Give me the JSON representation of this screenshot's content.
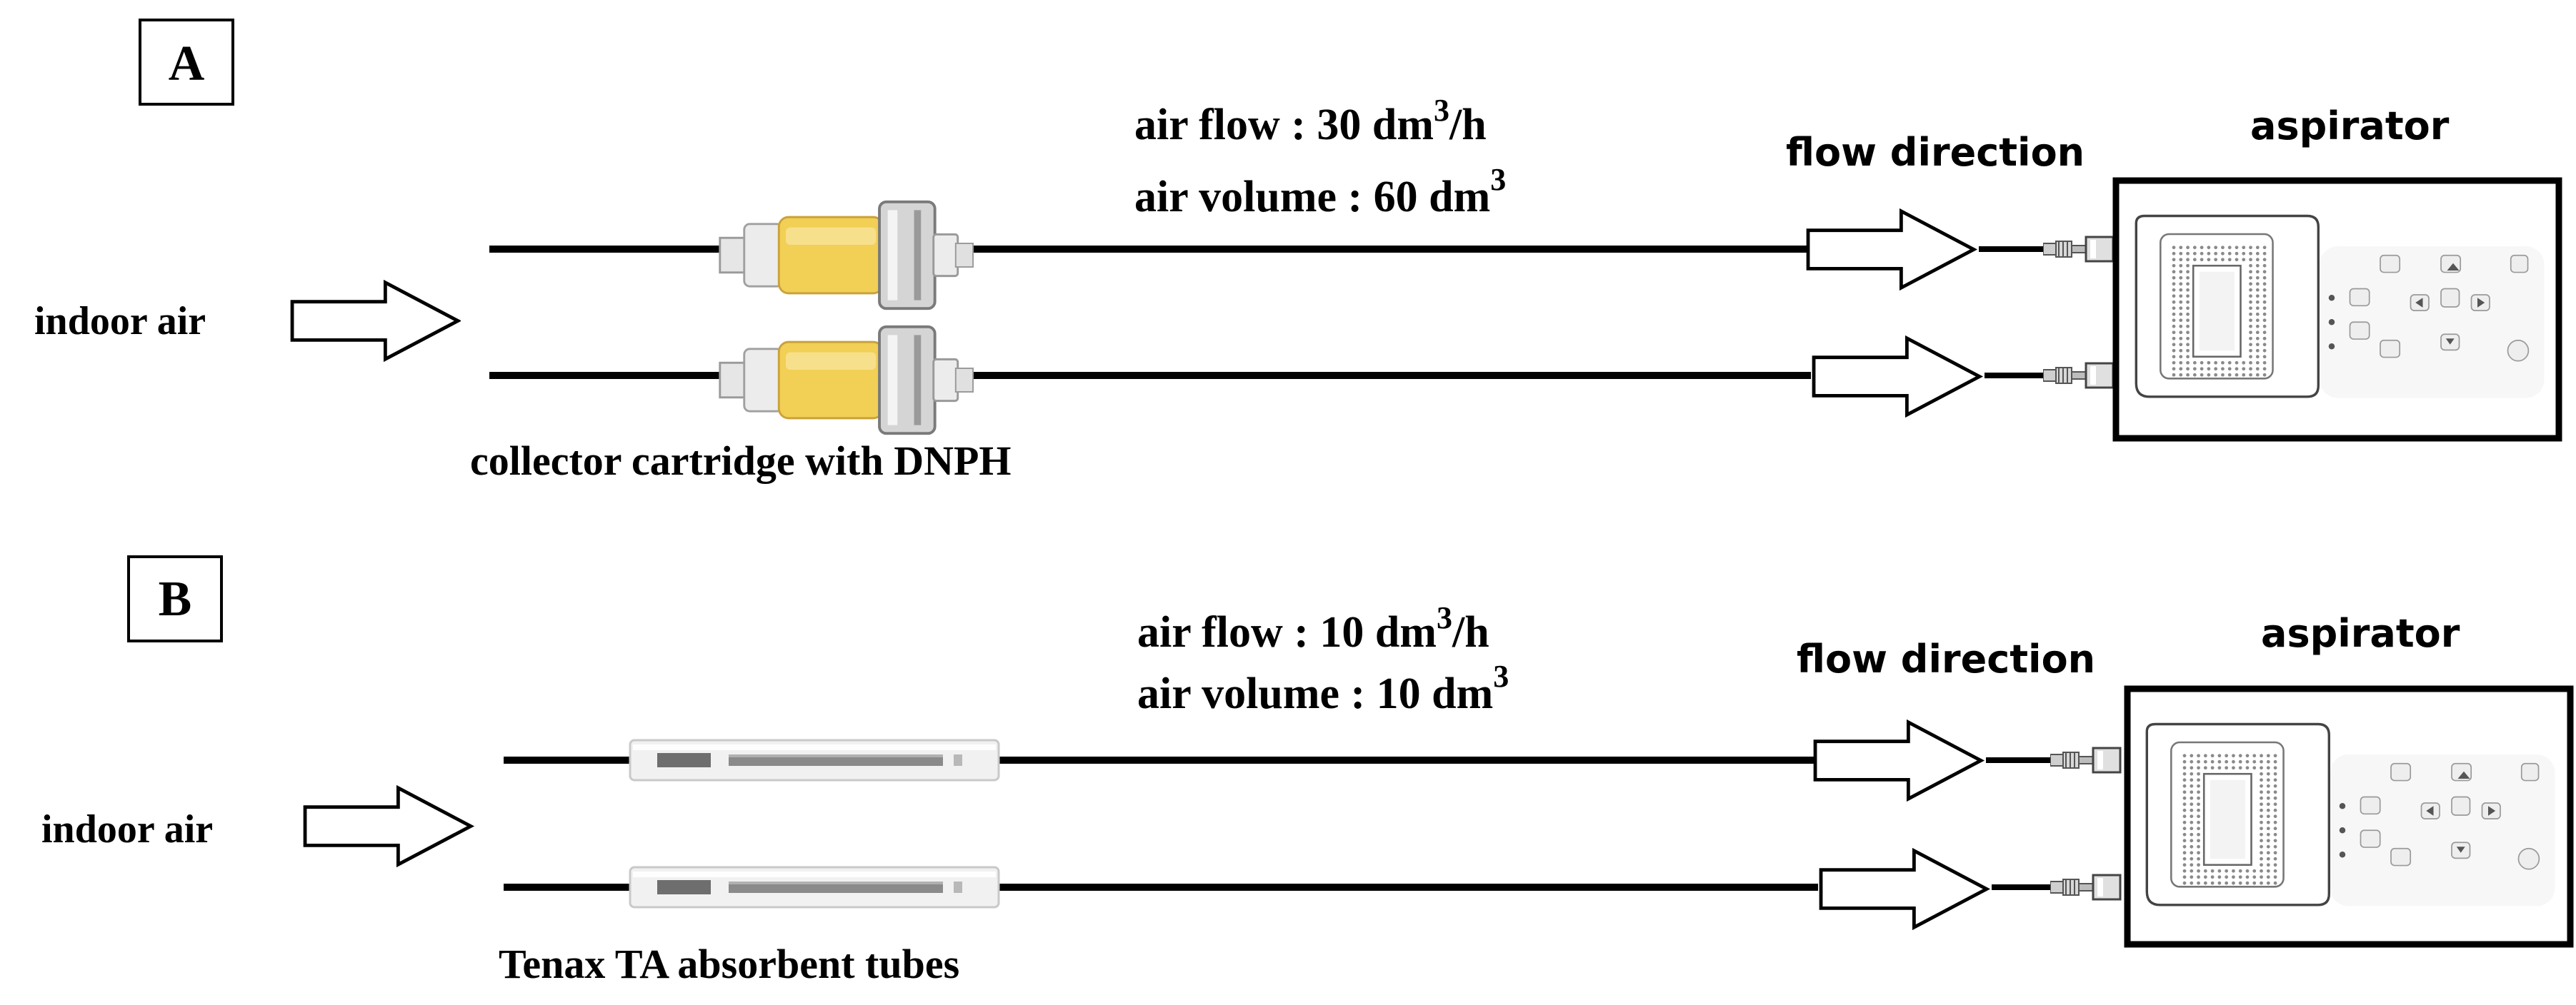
{
  "panels": [
    {
      "id": "A",
      "label": "A",
      "indoor_label": "indoor air",
      "air_flow_prefix": "air flow :  30 dm",
      "air_flow_sup": "3",
      "air_flow_suffix": "/h",
      "air_volume_prefix": "air volume :  60 dm",
      "air_volume_sup": "3",
      "flow_direction": "flow direction",
      "aspirator": "aspirator",
      "caption": "collector cartridge with DNPH"
    },
    {
      "id": "B",
      "label": "B",
      "indoor_label": "indoor air",
      "air_flow_prefix": "air flow :  10 dm",
      "air_flow_sup": "3",
      "air_flow_suffix": "/h",
      "air_volume_prefix": "air volume :  10 dm",
      "air_volume_sup": "3",
      "flow_direction": "flow direction",
      "aspirator": "aspirator",
      "caption": "Tenax TA absorbent tubes"
    }
  ],
  "colors": {
    "line": "#000000",
    "cartridge_fill": "#f2cf55",
    "cartridge_body": "#e9e9e9",
    "metal": "#b9b9b9",
    "tube_glass": "#efefef",
    "tube_packing": "#8a8a8a"
  },
  "icons": [
    "right-arrow-icon",
    "cartridge-icon",
    "sorbent-tube-icon",
    "aspirator-device-icon"
  ]
}
